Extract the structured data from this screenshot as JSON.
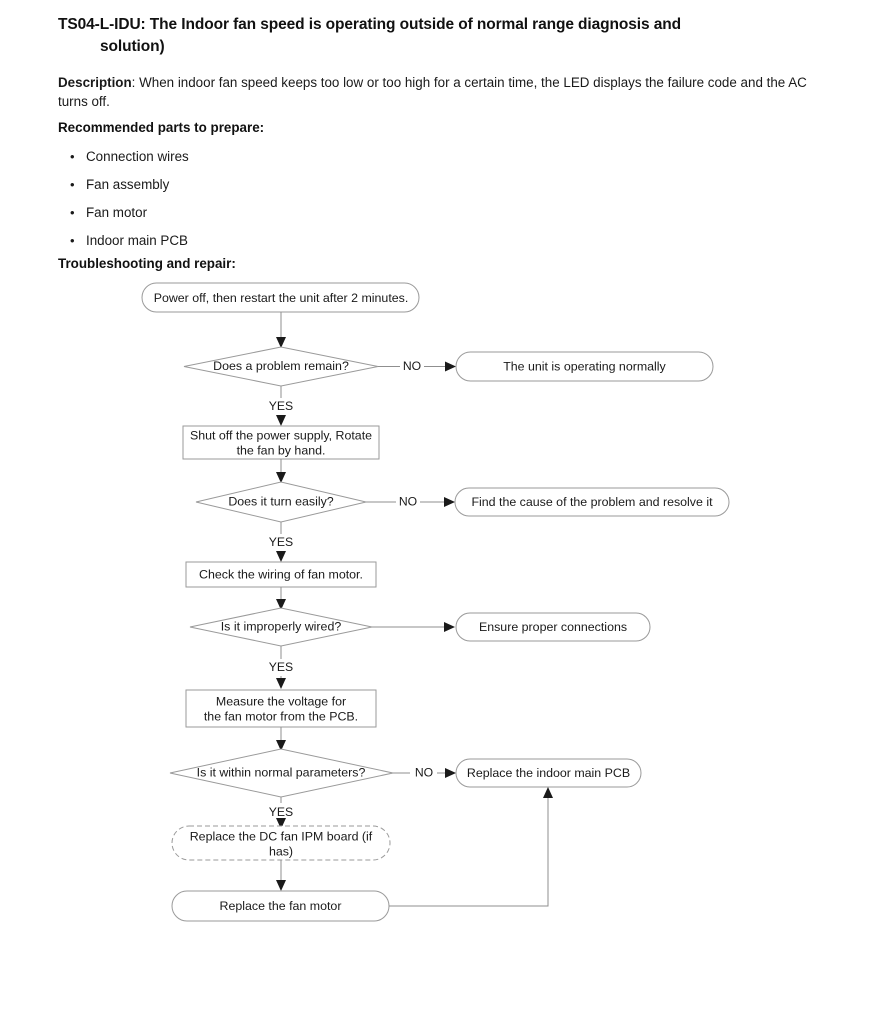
{
  "document": {
    "title_line1": "TS04-L-IDU:  The Indoor fan speed is operating outside of normal range diagnosis and",
    "title_line2": "solution)",
    "description_label": "Description",
    "description_text": ": When indoor fan speed keeps too low or too high for a certain time, the LED displays the failure code and the AC turns off.",
    "parts_heading": "Recommended parts to prepare:",
    "parts": [
      "Connection wires",
      "Fan assembly",
      "Fan motor",
      "Indoor main PCB"
    ],
    "repair_heading": "Troubleshooting and repair:"
  },
  "flowchart": {
    "nodes": {
      "start": "Power off, then restart the unit after 2 minutes.",
      "d1": "Does a problem remain?",
      "d1_out": "The unit is operating normally",
      "p1_line1": "Shut off the power supply, Rotate",
      "p1_line2": "the fan by hand.",
      "d2": "Does it turn easily?",
      "d2_out": "Find the cause of the problem and resolve it",
      "p2": "Check the wiring of fan motor.",
      "d3": "Is it improperly wired?",
      "d3_out": "Ensure proper connections",
      "p3_line1": "Measure the voltage for",
      "p3_line2": "the fan motor from the  PCB.",
      "d4": "Is it within normal parameters?",
      "d4_out": "Replace the indoor main PCB",
      "p4_line1": "Replace the DC  fan IPM board (if",
      "p4_line2": "has)",
      "p5": "Replace the fan motor"
    },
    "edge_labels": {
      "no1": "NO",
      "yes1": "YES",
      "no2": "NO",
      "yes2": "YES",
      "yes3": "YES",
      "no4": "NO",
      "yes4": "YES"
    }
  }
}
